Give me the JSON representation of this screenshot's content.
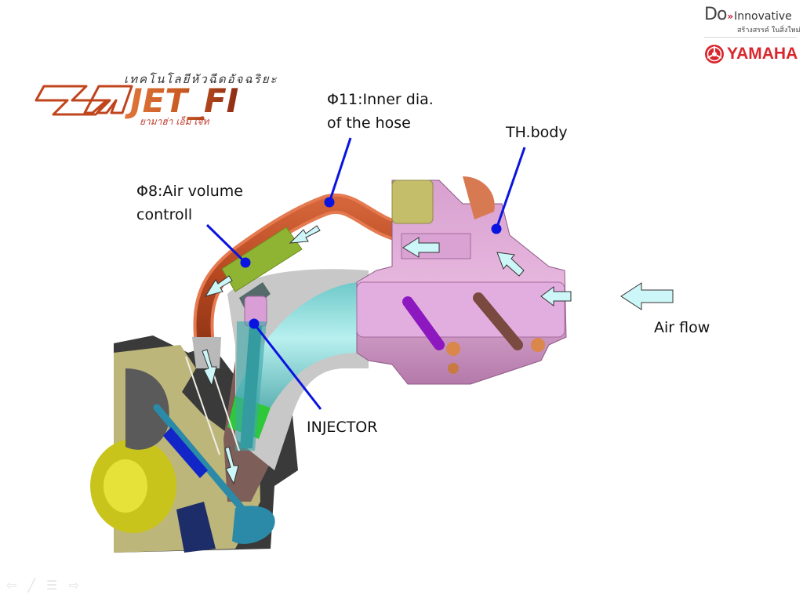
{
  "branding": {
    "do_text": "Do",
    "do_chevron": "»",
    "innovative_text": "Innovative",
    "thai_tagline": "สร้างสรรค์ ในสิ่งใหม่",
    "yamaha_text": "YAMAHA",
    "yamaha_color": "#d9262c"
  },
  "product_logo": {
    "thai_title": "เทคโนโลยีหัวฉีดอัจฉริยะ",
    "mark_text": "YMJET-FI",
    "mark_left": "YM",
    "mark_right": "JET_FI",
    "thai_subtitle": "ยามาฮ่า เอ็ม เจ็ท",
    "brand_color": "#c0441c"
  },
  "diagram": {
    "title": "Yamaha YMJET-FI intake air flow diagram",
    "callout_color": "#0a14e0",
    "flow_arrow_color": "#cdf6f8",
    "labels": {
      "hose_line1": "Φ11:Inner dia.",
      "hose_line2": "of the hose",
      "air_volume_line1": "Φ8:Air volume",
      "air_volume_line2": "controll",
      "throttle_body": "TH.body",
      "injector": "INJECTOR",
      "air_flow": "Air flow"
    },
    "components": [
      "air bypass hose",
      "air volume control orifice",
      "throttle body",
      "intake duct",
      "fuel injector",
      "intake valve",
      "cylinder head"
    ]
  },
  "slide_controls": {
    "prev": "previous-slide",
    "pen": "pen-tool",
    "menu": "slide-menu",
    "next": "next-slide"
  }
}
